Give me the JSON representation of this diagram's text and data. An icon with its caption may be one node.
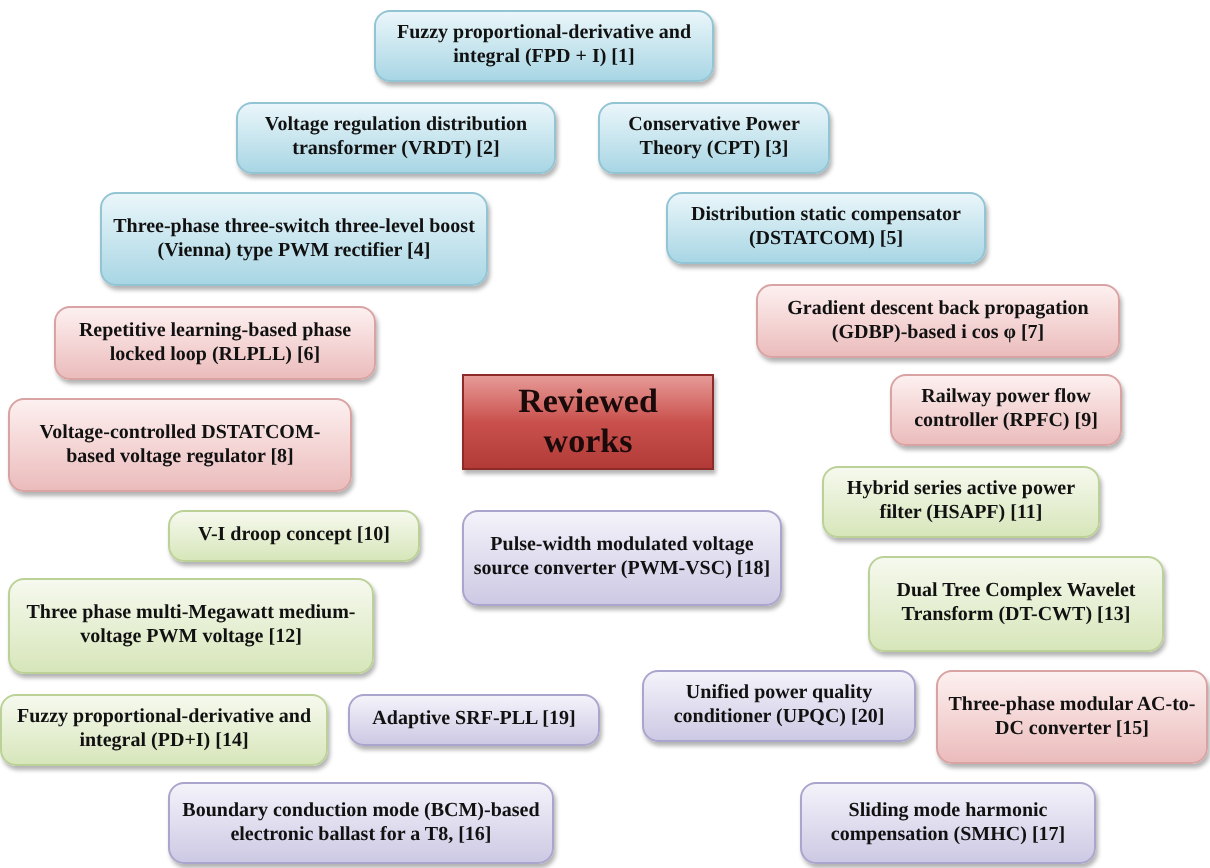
{
  "diagram": {
    "nodes": [
      {
        "text": [
          "Fuzzy proportional-derivative and integral (FPD + I) [1]"
        ]
      },
      {
        "text": [
          "Voltage regulation distribution transformer (VRDT) [2]"
        ]
      },
      {
        "text": [
          "Conservative Power Theory (CPT) [3]"
        ]
      },
      {
        "text": [
          "Three-phase three-switch three-level boost (Vienna) type PWM rectifier [4]"
        ]
      },
      {
        "text": [
          "Distribution static compensator (DSTATCOM) [5]"
        ]
      },
      {
        "text": [
          "Repetitive learning-based phase locked loop (RLPLL) [6]"
        ]
      },
      {
        "text": [
          "Gradient descent back propagation (GDBP)-based i cos φ [7]"
        ]
      },
      {
        "text": [
          "Reviewed works"
        ]
      },
      {
        "text": [
          "Railway power flow controller (RPFC) [9]"
        ]
      },
      {
        "text": [
          "Voltage-controlled DSTATCOM-based voltage regulator [8]"
        ]
      },
      {
        "text": [
          "V-I droop concept [10]"
        ]
      },
      {
        "text": [
          "Hybrid series active power filter (HSAPF) [11]"
        ]
      },
      {
        "text": [
          "Pulse-width modulated voltage source converter (PWM-VSC) [18]"
        ]
      },
      {
        "text": [
          "Dual Tree Complex Wavelet Transform (DT-CWT) [13]"
        ]
      },
      {
        "text": [
          "Three phase multi-Megawatt medium-voltage PWM voltage [12]"
        ]
      },
      {
        "text": [
          "Unified power quality conditioner (UPQC) [20]"
        ]
      },
      {
        "text": [
          "Three-phase modular AC-to-DC converter [15]"
        ]
      },
      {
        "text": [
          "Fuzzy proportional-derivative and integral (PD+I) [14]"
        ]
      },
      {
        "text": [
          "Adaptive SRF-PLL [19]"
        ]
      },
      {
        "text": [
          "Boundary conduction mode (BCM)-based electronic ballast for a T8, [16]"
        ]
      },
      {
        "text": [
          "Sliding mode harmonic compensation (SMHC) [17]"
        ]
      }
    ]
  }
}
